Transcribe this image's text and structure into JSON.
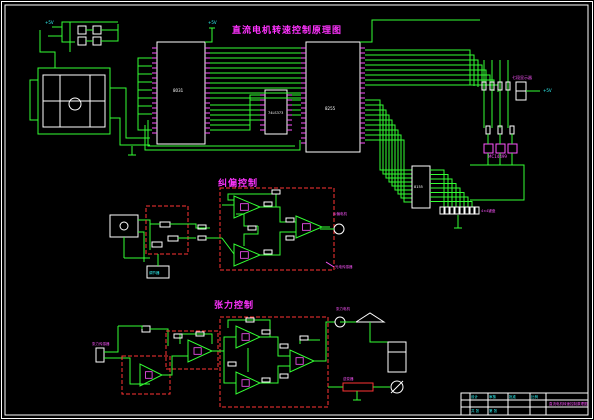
{
  "titles": {
    "main": "直流电机转速控制原理图",
    "swing": "纠偏控制",
    "tension": "张力控制"
  },
  "components": {
    "cpu": "8031",
    "latch": "74LS373",
    "pio": "8255",
    "display_driver": "MC14499",
    "io_chip": "8155"
  },
  "labels": {
    "led_display": "七段显示器",
    "keyboard": "4×4键盘",
    "motor_swing": "纠偏电机",
    "motor_tension": "张力电机",
    "sensor": "光电传感器",
    "regulator": "调节器",
    "inverter": "逆变器",
    "tension_sensor": "张力传感器",
    "vcc_left": "+5V",
    "vcc_mid": "+5V",
    "vcc_right": "+5V"
  },
  "title_block": {
    "cells": [
      "设计",
      "审核",
      "批准",
      "比例",
      "共 张",
      "第 张"
    ],
    "name": "直流电机转速控制原理图"
  },
  "colors": {
    "frame": "#ffffff",
    "wire": "#33ff33",
    "title": "#ff33ff",
    "dashed": "#ff3333",
    "annotation": "#33ffff"
  }
}
